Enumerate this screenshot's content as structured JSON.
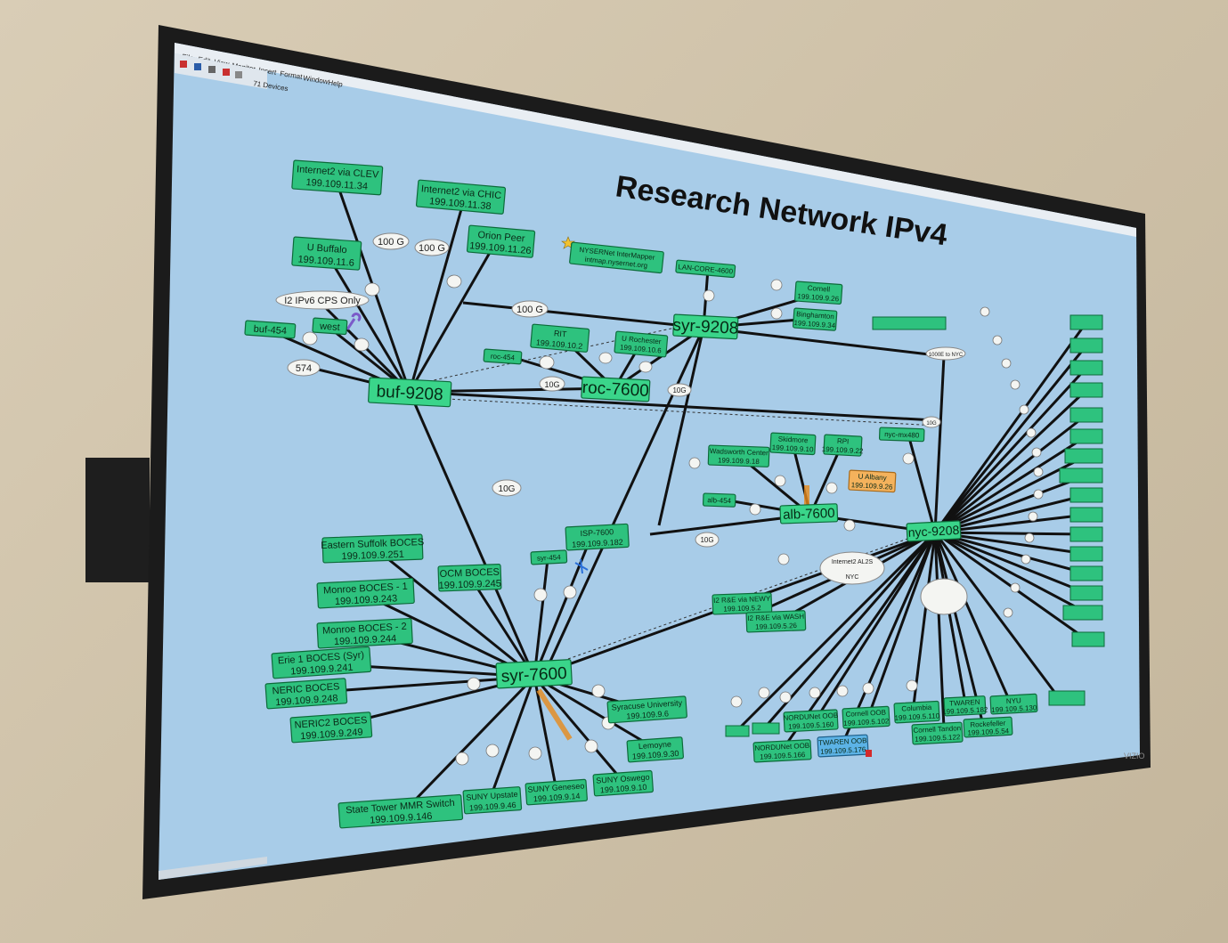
{
  "window": {
    "menus": [
      "File",
      "Edit",
      "View",
      "Monitor",
      "Insert",
      "Format",
      "Window",
      "Help"
    ],
    "toolbar_text": "71 Devices"
  },
  "map": {
    "title": "Research Network IPv4",
    "brand": "VIZIO",
    "core_nodes": {
      "buf": "buf-9208",
      "roc": "roc-7600",
      "syr9208": "syr-9208",
      "syr7600": "syr-7600",
      "alb": "alb-7600",
      "nyc": "nyc-9208"
    },
    "nodes": [
      {
        "line1": "Internet2 via CLEV",
        "line2": "199.109.11.34"
      },
      {
        "line1": "Internet2 via CHIC",
        "line2": "199.109.11.38"
      },
      {
        "line1": "Orion Peer",
        "line2": "199.109.11.26"
      },
      {
        "line1": "U Buffalo",
        "line2": "199.109.11.6"
      },
      {
        "line1": "buf-454",
        "line2": ""
      },
      {
        "line1": "west",
        "line2": ""
      },
      {
        "line1": "NYSERNet InterMapper",
        "line2": "intmap.nysernet.org"
      },
      {
        "line1": "LAN-CORE-4600",
        "line2": ""
      },
      {
        "line1": "RIT",
        "line2": "199.109.10.2"
      },
      {
        "line1": "U Rochester",
        "line2": "199.109.10.6"
      },
      {
        "line1": "roc-454",
        "line2": ""
      },
      {
        "line1": "Cornell",
        "line2": "199.109.9.26"
      },
      {
        "line1": "Binghamton",
        "line2": "199.109.9.34"
      },
      {
        "line1": "Skidmore",
        "line2": "199.109.9.10"
      },
      {
        "line1": "RPI",
        "line2": "199.109.9.22"
      },
      {
        "line1": "Wadsworth Center",
        "line2": "199.109.9.18"
      },
      {
        "line1": "alb-454",
        "line2": ""
      },
      {
        "line1": "nyc-mx480",
        "line2": ""
      },
      {
        "line1": "Eastern Suffolk BOCES",
        "line2": "199.109.9.251"
      },
      {
        "line1": "OCM BOCES",
        "line2": "199.109.9.245"
      },
      {
        "line1": "ISP-7600",
        "line2": "199.109.9.182"
      },
      {
        "line1": "syr-454",
        "line2": ""
      },
      {
        "line1": "Monroe BOCES - 1",
        "line2": "199.109.9.243"
      },
      {
        "line1": "Monroe BOCES - 2",
        "line2": "199.109.9.244"
      },
      {
        "line1": "Erie 1 BOCES (Syr)",
        "line2": "199.109.9.241"
      },
      {
        "line1": "NERIC BOCES",
        "line2": "199.109.9.248"
      },
      {
        "line1": "NERIC2 BOCES",
        "line2": "199.109.9.249"
      },
      {
        "line1": "Syracuse University",
        "line2": "199.109.9.6"
      },
      {
        "line1": "Lemoyne",
        "line2": "199.109.9.30"
      },
      {
        "line1": "SUNY Oswego",
        "line2": "199.109.9.10"
      },
      {
        "line1": "SUNY Geneseo",
        "line2": "199.109.9.14"
      },
      {
        "line1": "SUNY Upstate",
        "line2": "199.109.9.46"
      },
      {
        "line1": "State Tower MMR Switch",
        "line2": "199.109.9.146"
      },
      {
        "line1": "I2 R&E via NEWY",
        "line2": "199.109.5.2"
      },
      {
        "line1": "I2 R&E via WASH",
        "line2": "199.109.5.26"
      },
      {
        "line1": "NORDUNet OOB",
        "line2": "199.109.5.160"
      },
      {
        "line1": "TWAREN OOB",
        "line2": "199.109.5.176"
      },
      {
        "line1": "NORDUNet OOB",
        "line2": "199.109.5.166"
      },
      {
        "line1": "Cornell OOB",
        "line2": "199.109.5.102"
      },
      {
        "line1": "Cornell Tandon",
        "line2": "199.109.5.122"
      },
      {
        "line1": "Columbia",
        "line2": "199.109.5.110"
      },
      {
        "line1": "NYU",
        "line2": "199.109.5.130"
      },
      {
        "line1": "TWAREN",
        "line2": "199.109.5.182"
      },
      {
        "line1": "Rockefeller",
        "line2": "199.109.5.54"
      }
    ],
    "labels": {
      "l100g_1": "100 G",
      "l100g_2": "100 G",
      "l100g_3": "100 G",
      "i2v6": "I2 IPv6 CPS Only",
      "l574": "574",
      "l10g_1": "10G",
      "l10g_2": "10G",
      "l10g_3": "10G",
      "l10g_4": "10G",
      "l10g_5": "10G",
      "l1000e": "1000E to NYC",
      "i2al2s": "Internet2 AL2S",
      "nyc_sub": "NYC",
      "ualbany": "U Albany",
      "ualbany_ip": "199.109.9.26"
    }
  }
}
